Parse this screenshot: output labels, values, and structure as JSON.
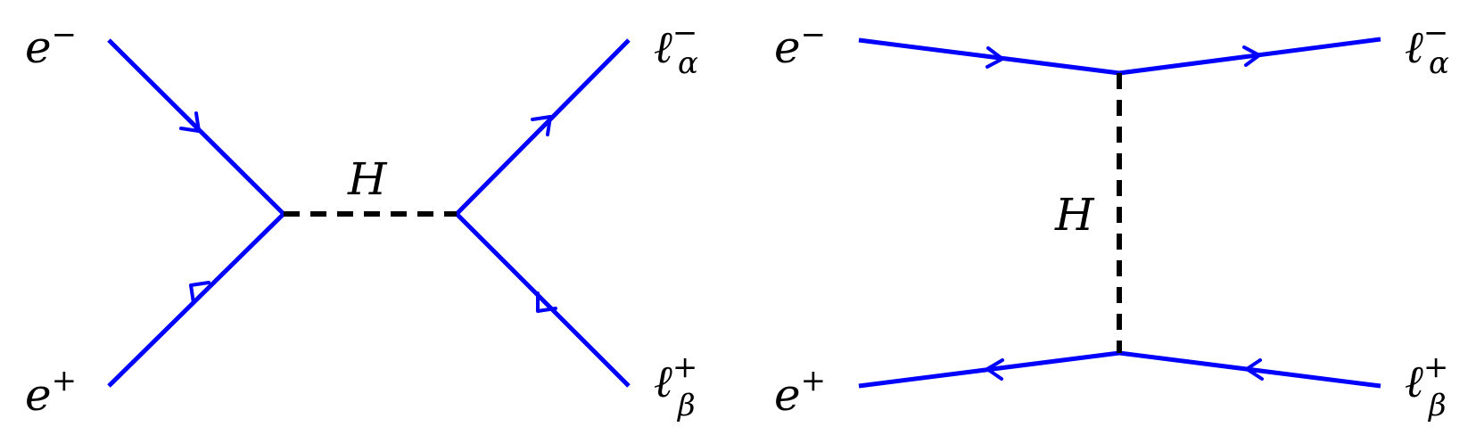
{
  "colors": {
    "fermion": "#0000ff",
    "higgs": "#000000",
    "background": "#ffffff"
  },
  "s_channel": {
    "electron": {
      "symbol": "e",
      "charge": "−"
    },
    "positron": {
      "symbol": "e",
      "charge": "+"
    },
    "lepton_minus": {
      "symbol": "ℓ",
      "charge": "−",
      "flavor": "α"
    },
    "lepton_plus": {
      "symbol": "ℓ",
      "charge": "+",
      "flavor": "β"
    },
    "mediator": "H"
  },
  "t_channel": {
    "electron": {
      "symbol": "e",
      "charge": "−"
    },
    "positron": {
      "symbol": "e",
      "charge": "+"
    },
    "lepton_minus": {
      "symbol": "ℓ",
      "charge": "−",
      "flavor": "α"
    },
    "lepton_plus": {
      "symbol": "ℓ",
      "charge": "+",
      "flavor": "β"
    },
    "mediator": "H"
  }
}
